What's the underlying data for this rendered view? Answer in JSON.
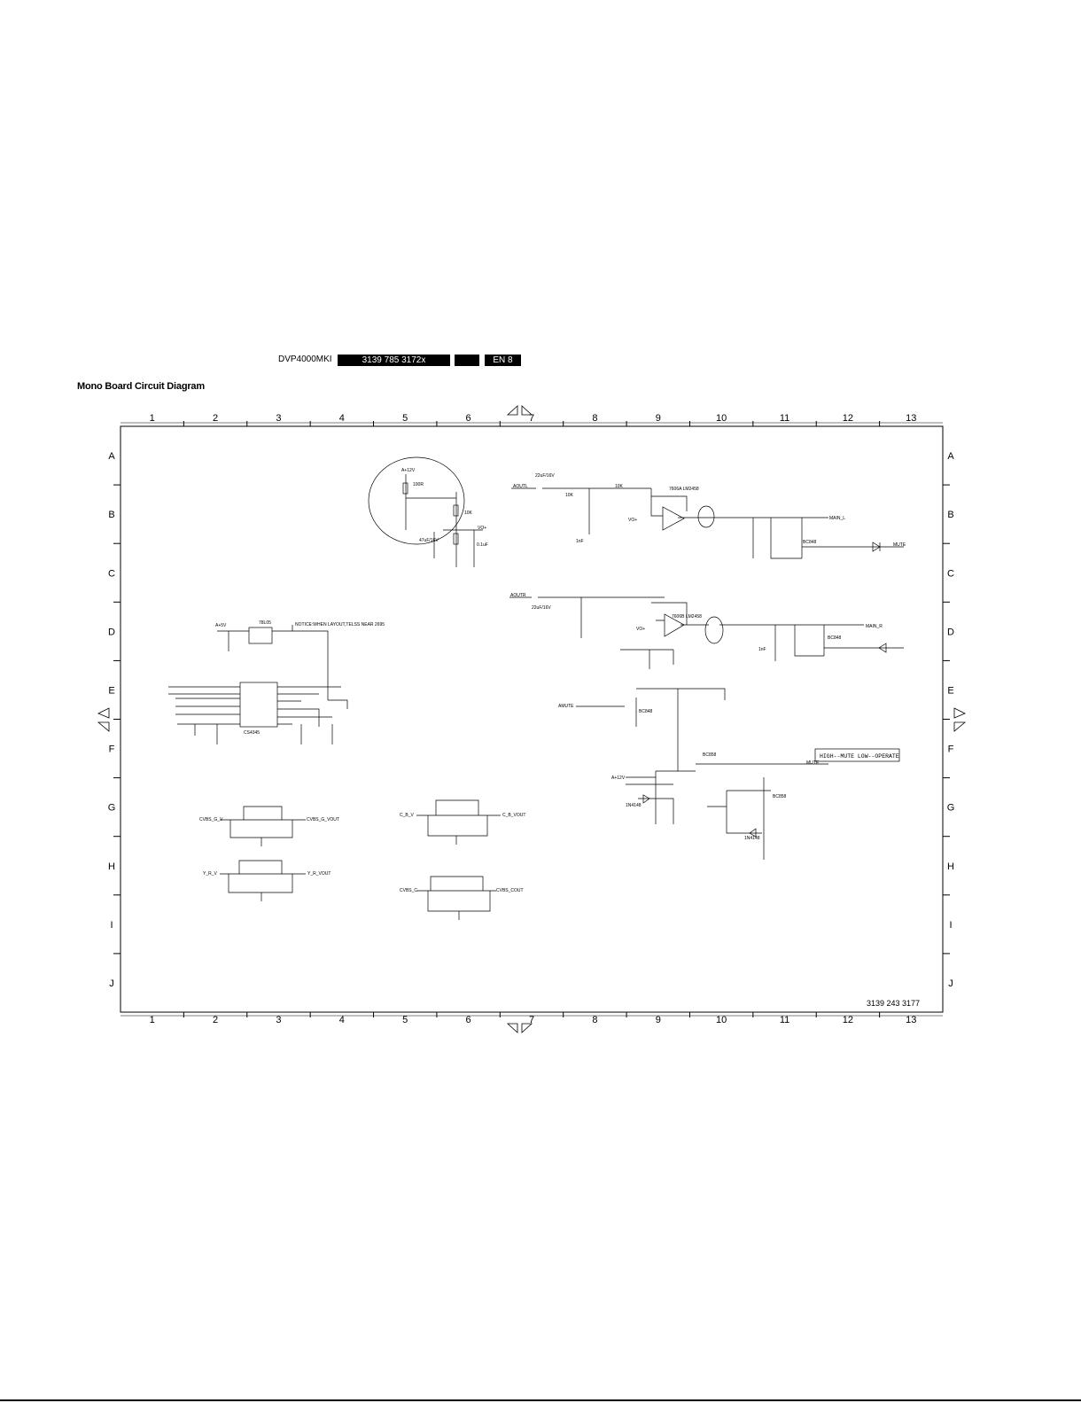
{
  "header": {
    "model": "DVP4000MKI",
    "part_number": "3139 785 3172x",
    "blank_box": "",
    "page": "EN 8"
  },
  "title": "Mono Board Circuit Diagram",
  "drawing_number": "3139 243 3177",
  "grid": {
    "columns": [
      "1",
      "2",
      "3",
      "4",
      "5",
      "6",
      "7",
      "8",
      "9",
      "10",
      "11",
      "12",
      "13"
    ],
    "rows": [
      "A",
      "B",
      "C",
      "D",
      "E",
      "F",
      "G",
      "H",
      "I",
      "J"
    ]
  },
  "labels": {
    "mute_note": "HIGH--MUTE LOW--OPERATE",
    "ic_name": "CS4345",
    "reg_name": "78L05",
    "opamp_a": "7606A LM2458",
    "opamp_b": "7606B LM2458",
    "net_aoutl": "AOUTL",
    "net_aoutr": "AOUTR",
    "net_main_l": "MAIN_L",
    "net_main_r": "MAIN_R",
    "net_mute": "MUTE",
    "net_amute": "AMUTE",
    "net_cvbs_g_v": "CVBS_G_V",
    "net_cvbs_g_vout": "CVBS_G_VOUT",
    "net_c_b_v": "C_B_V",
    "net_c_b_vout": "C_B_VOUT",
    "net_y_r_v": "Y_R_V",
    "net_y_r_vout": "Y_R_VOUT",
    "net_cvbs_c": "CVBS_C",
    "net_cvbs_cout": "CVBS_COUT",
    "transistor_bc848": "BC848",
    "transistor_bc858": "BC858",
    "diode_1n4148": "1N4148",
    "vcc": "A+12V",
    "vdd": "A+5V",
    "vo": "VO+",
    "note_place": "NOTICE:WHEN LAYOUT,TELSS NEAR 2695",
    "res_10k": "10K",
    "res_100r": "100R",
    "cap_22uf": "22uF/16V",
    "cap_47uf": "47uF/16V",
    "cap_01uf": "0.1uF",
    "cap_1nf": "1nF"
  }
}
